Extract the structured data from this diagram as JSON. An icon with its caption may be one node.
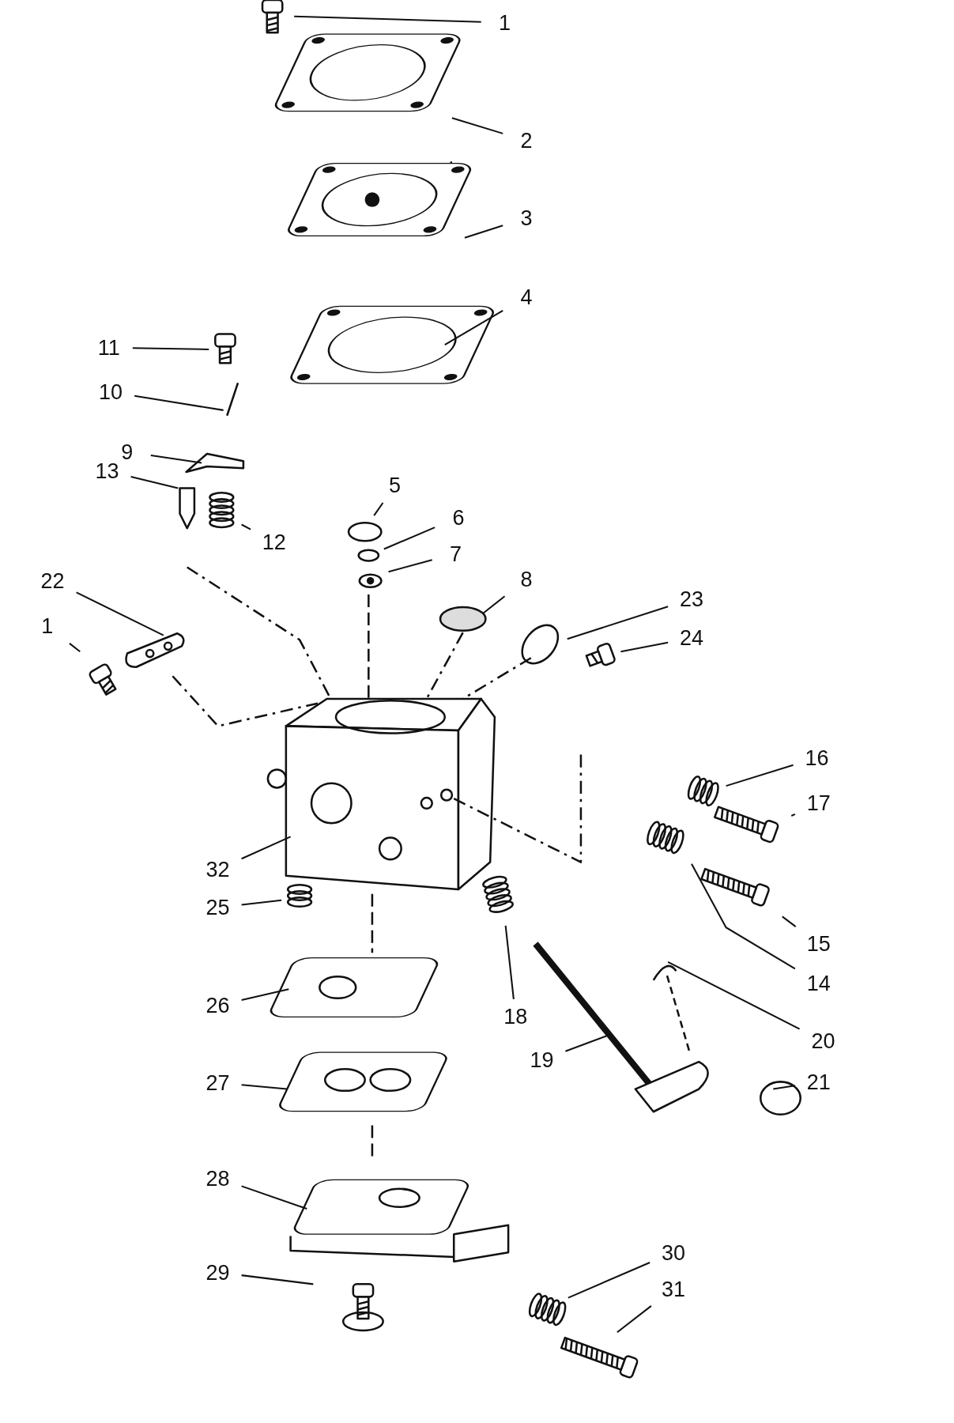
{
  "diagram": {
    "nodes": [
      {
        "text": [
          "1"
        ]
      },
      {
        "text": [
          "2"
        ]
      },
      {
        "text": [
          "3"
        ]
      },
      {
        "text": [
          "4"
        ]
      },
      {
        "text": [
          "11"
        ]
      },
      {
        "text": [
          "10"
        ]
      },
      {
        "text": [
          "9"
        ]
      },
      {
        "text": [
          "13"
        ]
      },
      {
        "text": [
          "5"
        ]
      },
      {
        "text": [
          "6"
        ]
      },
      {
        "text": [
          "12"
        ]
      },
      {
        "text": [
          "7"
        ]
      },
      {
        "text": [
          "8"
        ]
      },
      {
        "text": [
          "22"
        ]
      },
      {
        "text": [
          "23"
        ]
      },
      {
        "text": [
          "1"
        ]
      },
      {
        "text": [
          "24"
        ]
      },
      {
        "text": [
          "16"
        ]
      },
      {
        "text": [
          "17"
        ]
      },
      {
        "text": [
          "32"
        ]
      },
      {
        "text": [
          "25"
        ]
      },
      {
        "text": [
          "15"
        ]
      },
      {
        "text": [
          "14"
        ]
      },
      {
        "text": [
          "26"
        ]
      },
      {
        "text": [
          "18"
        ]
      },
      {
        "text": [
          "20"
        ]
      },
      {
        "text": [
          "19"
        ]
      },
      {
        "text": [
          "27"
        ]
      },
      {
        "text": [
          "21"
        ]
      },
      {
        "text": [
          "28"
        ]
      },
      {
        "text": [
          "30"
        ]
      },
      {
        "text": [
          "29"
        ]
      },
      {
        "text": [
          "31"
        ]
      }
    ],
    "edges": [
      {
        "from": 0,
        "to": null,
        "arrow": "none"
      },
      {
        "from": 1,
        "to": null,
        "arrow": "none"
      },
      {
        "from": 2,
        "to": null,
        "arrow": "none"
      },
      {
        "from": 3,
        "to": null,
        "arrow": "none"
      },
      {
        "from": 4,
        "to": null,
        "arrow": "none"
      },
      {
        "from": 5,
        "to": null,
        "arrow": "none"
      },
      {
        "from": 6,
        "to": null,
        "arrow": "none"
      },
      {
        "from": 7,
        "to": null,
        "arrow": "none"
      },
      {
        "from": 8,
        "to": null,
        "arrow": "none"
      },
      {
        "from": 9,
        "to": null,
        "arrow": "none"
      },
      {
        "from": 10,
        "to": null,
        "arrow": "none"
      },
      {
        "from": 11,
        "to": null,
        "arrow": "none"
      },
      {
        "from": 12,
        "to": null,
        "arrow": "none"
      },
      {
        "from": 13,
        "to": null,
        "arrow": "none"
      },
      {
        "from": 14,
        "to": null,
        "arrow": "none"
      },
      {
        "from": 15,
        "to": null,
        "arrow": "none"
      },
      {
        "from": 16,
        "to": null,
        "arrow": "none"
      },
      {
        "from": 17,
        "to": null,
        "arrow": "none"
      },
      {
        "from": 18,
        "to": null,
        "arrow": "none"
      },
      {
        "from": 19,
        "to": null,
        "arrow": "none"
      },
      {
        "from": 20,
        "to": null,
        "arrow": "none"
      },
      {
        "from": 21,
        "to": null,
        "arrow": "none"
      },
      {
        "from": 22,
        "to": null,
        "arrow": "none"
      },
      {
        "from": 23,
        "to": null,
        "arrow": "none"
      },
      {
        "from": 24,
        "to": null,
        "arrow": "none"
      },
      {
        "from": 25,
        "to": null,
        "arrow": "none"
      },
      {
        "from": 26,
        "to": null,
        "arrow": "none"
      },
      {
        "from": 27,
        "to": null,
        "arrow": "none"
      },
      {
        "from": 28,
        "to": null,
        "arrow": "none"
      },
      {
        "from": 29,
        "to": null,
        "arrow": "none"
      },
      {
        "from": 30,
        "to": null,
        "arrow": "none"
      },
      {
        "from": 31,
        "to": null,
        "arrow": "none"
      },
      {
        "from": 32,
        "to": null,
        "arrow": "none"
      }
    ]
  }
}
